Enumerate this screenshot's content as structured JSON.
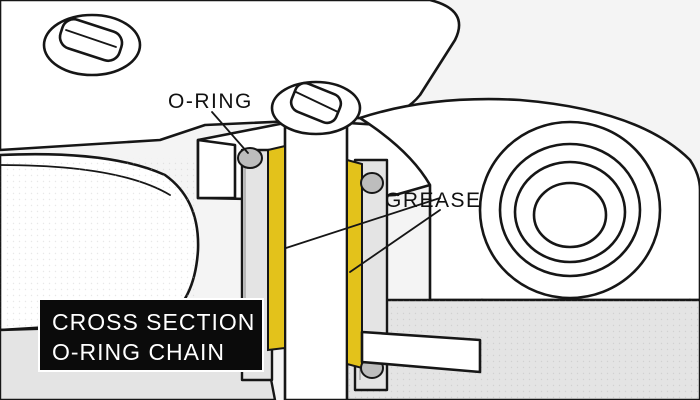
{
  "labels": {
    "o_ring": "O-RING",
    "grease": "GREASE"
  },
  "caption": {
    "line1": "CROSS SECTION",
    "line2": "O-RING CHAIN"
  },
  "colors": {
    "grease_highlight": "#e3c21b",
    "caption_background": "#0b0b0b",
    "caption_text": "#ffffff",
    "line_art": "#161616"
  }
}
